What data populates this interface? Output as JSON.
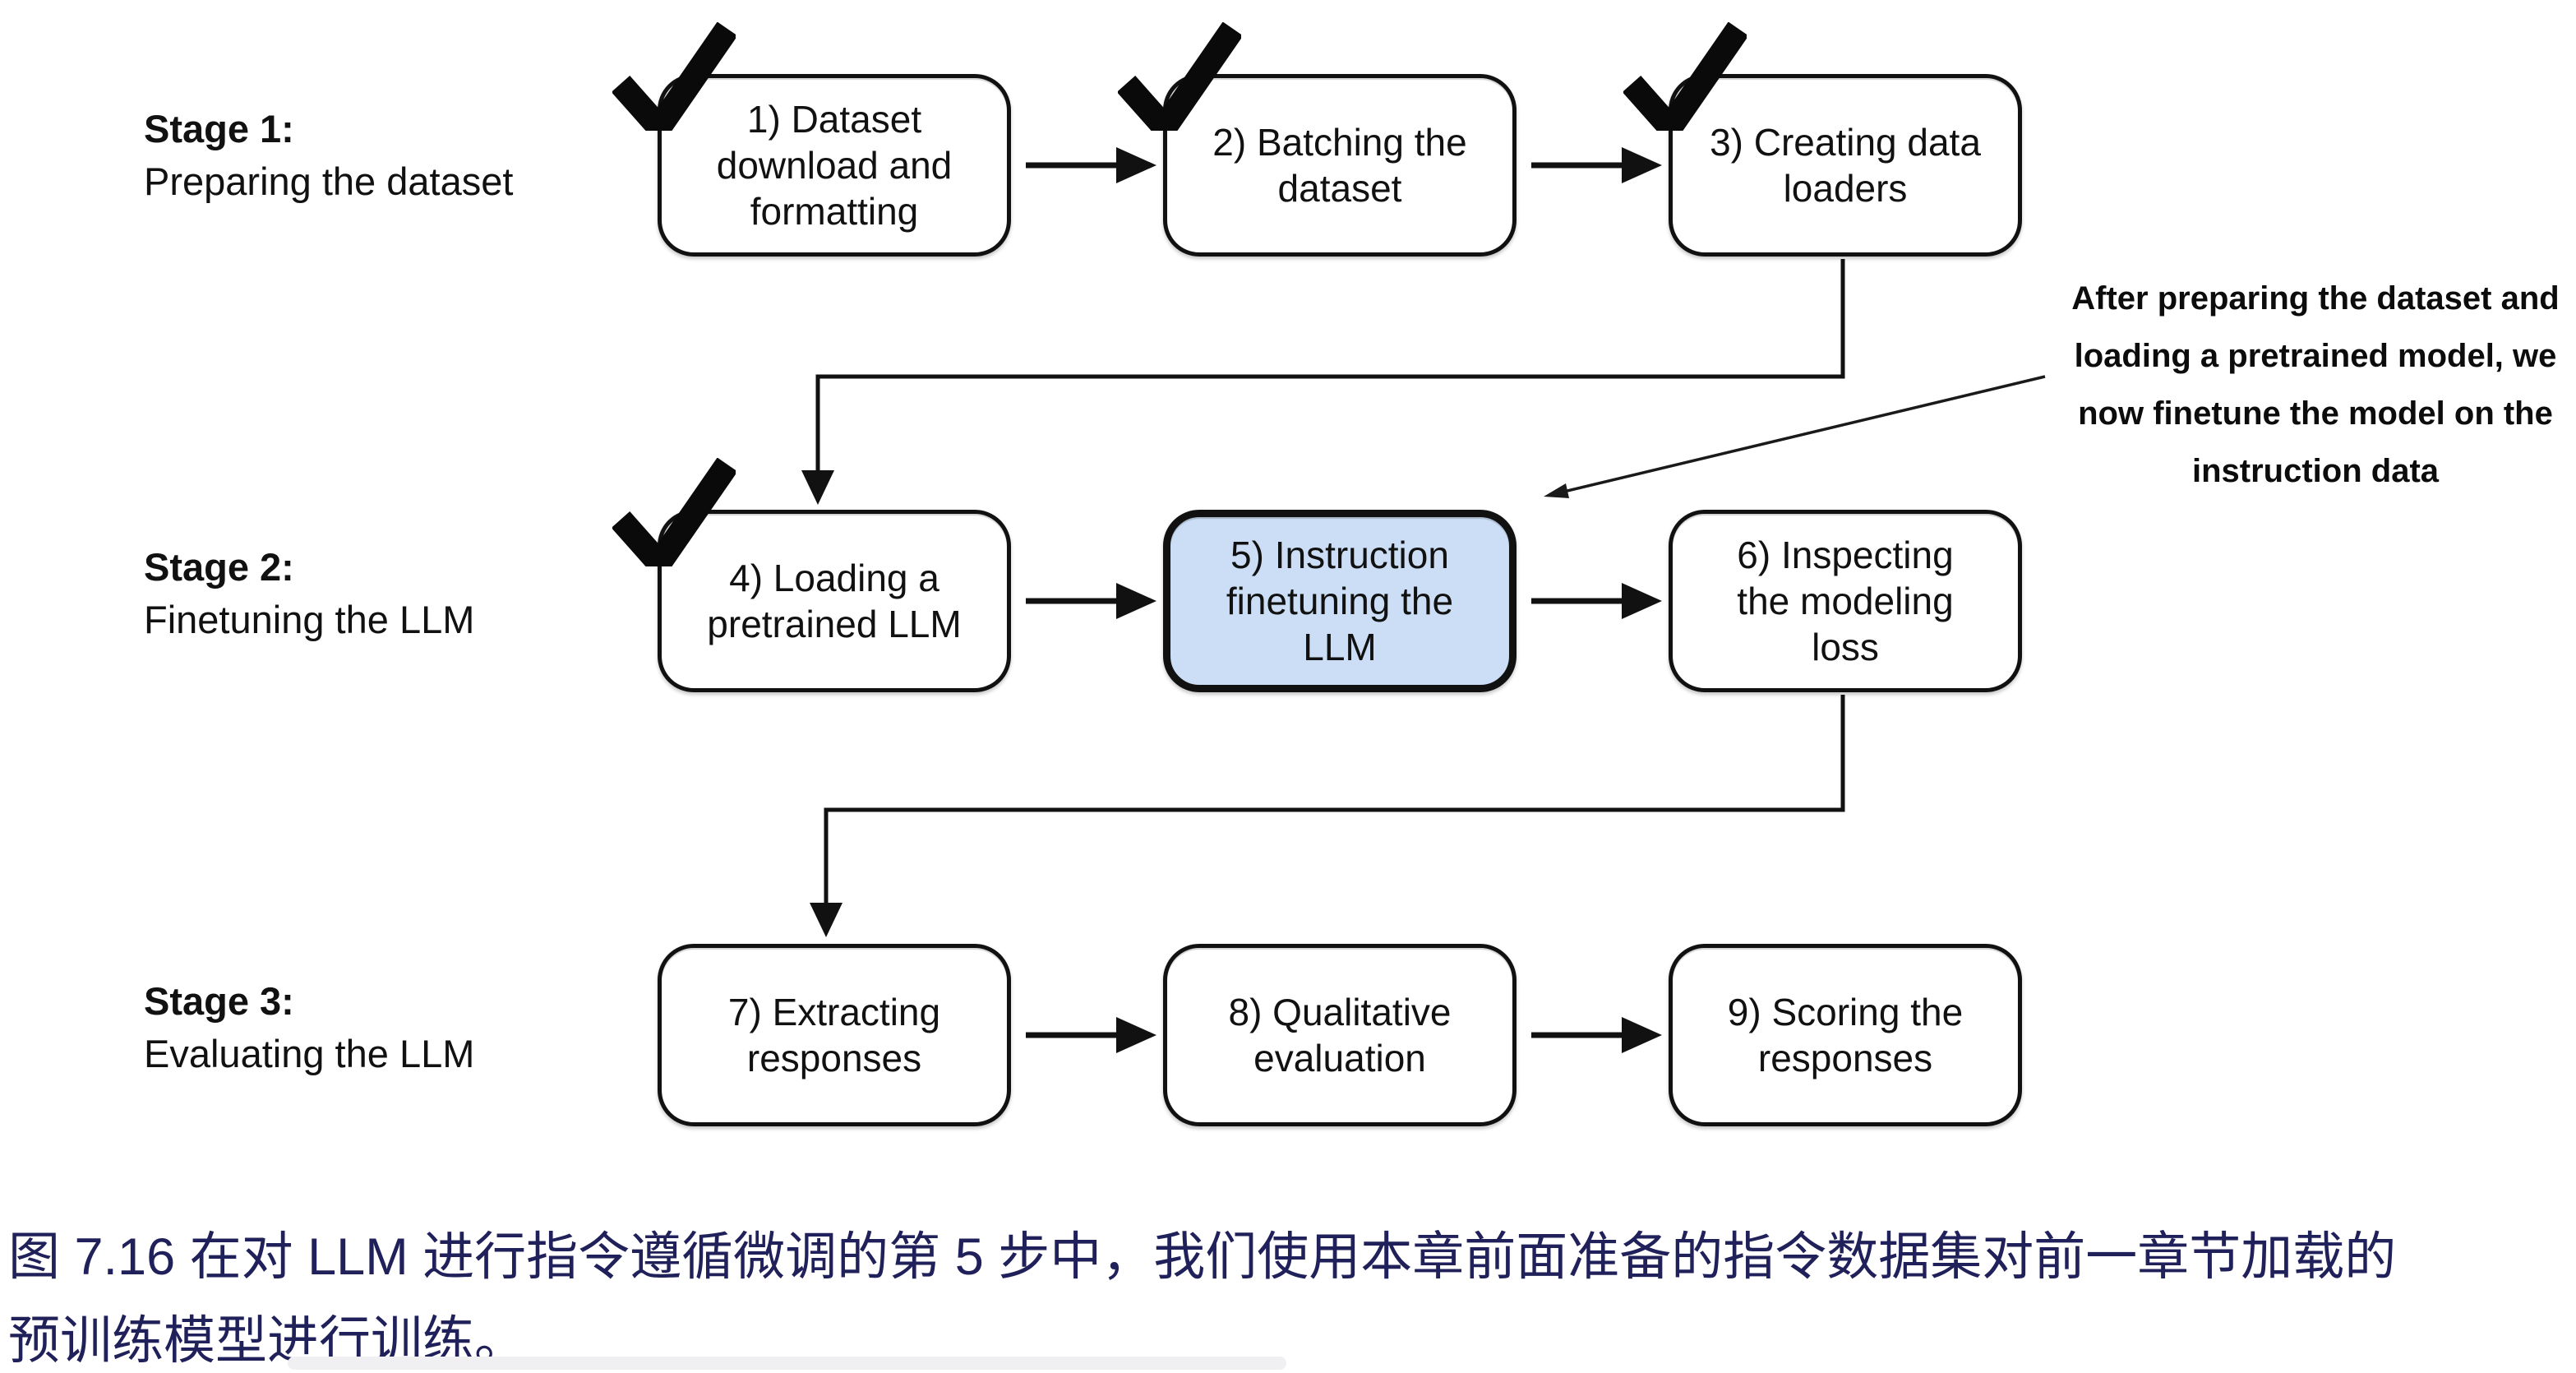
{
  "figure": {
    "stages": [
      {
        "title": "Stage 1:",
        "subtitle": "Preparing the dataset"
      },
      {
        "title": "Stage 2:",
        "subtitle": "Finetuning the LLM"
      },
      {
        "title": "Stage 3:",
        "subtitle": "Evaluating the LLM"
      }
    ],
    "boxes": [
      {
        "label": "1) Dataset download and formatting",
        "checked": true,
        "highlighted": false
      },
      {
        "label": "2) Batching the dataset",
        "checked": true,
        "highlighted": false
      },
      {
        "label": "3) Creating data loaders",
        "checked": true,
        "highlighted": false
      },
      {
        "label": "4) Loading a pretrained LLM",
        "checked": true,
        "highlighted": false
      },
      {
        "label": "5) Instruction finetuning the LLM",
        "checked": false,
        "highlighted": true
      },
      {
        "label": "6) Inspecting the modeling loss",
        "checked": false,
        "highlighted": false
      },
      {
        "label": "7) Extracting responses",
        "checked": false,
        "highlighted": false
      },
      {
        "label": "8) Qualitative evaluation",
        "checked": false,
        "highlighted": false
      },
      {
        "label": "9) Scoring the responses",
        "checked": false,
        "highlighted": false
      }
    ],
    "annotation": {
      "lines": [
        "After preparing the dataset and",
        "loading a pretrained model, we",
        "now finetune the model on the",
        "instruction data"
      ]
    }
  },
  "caption": {
    "line1": "图 7.16 在对 LLM 进行指令遵循微调的第 5 步中，我们使用本章前面准备的指令数据集对前一章节加载的",
    "line2": "预训练模型进行训练。"
  },
  "colors": {
    "highlight_fill": "#cbdef5",
    "caption_text": "#20205a",
    "diagram_ink": "#111111"
  }
}
